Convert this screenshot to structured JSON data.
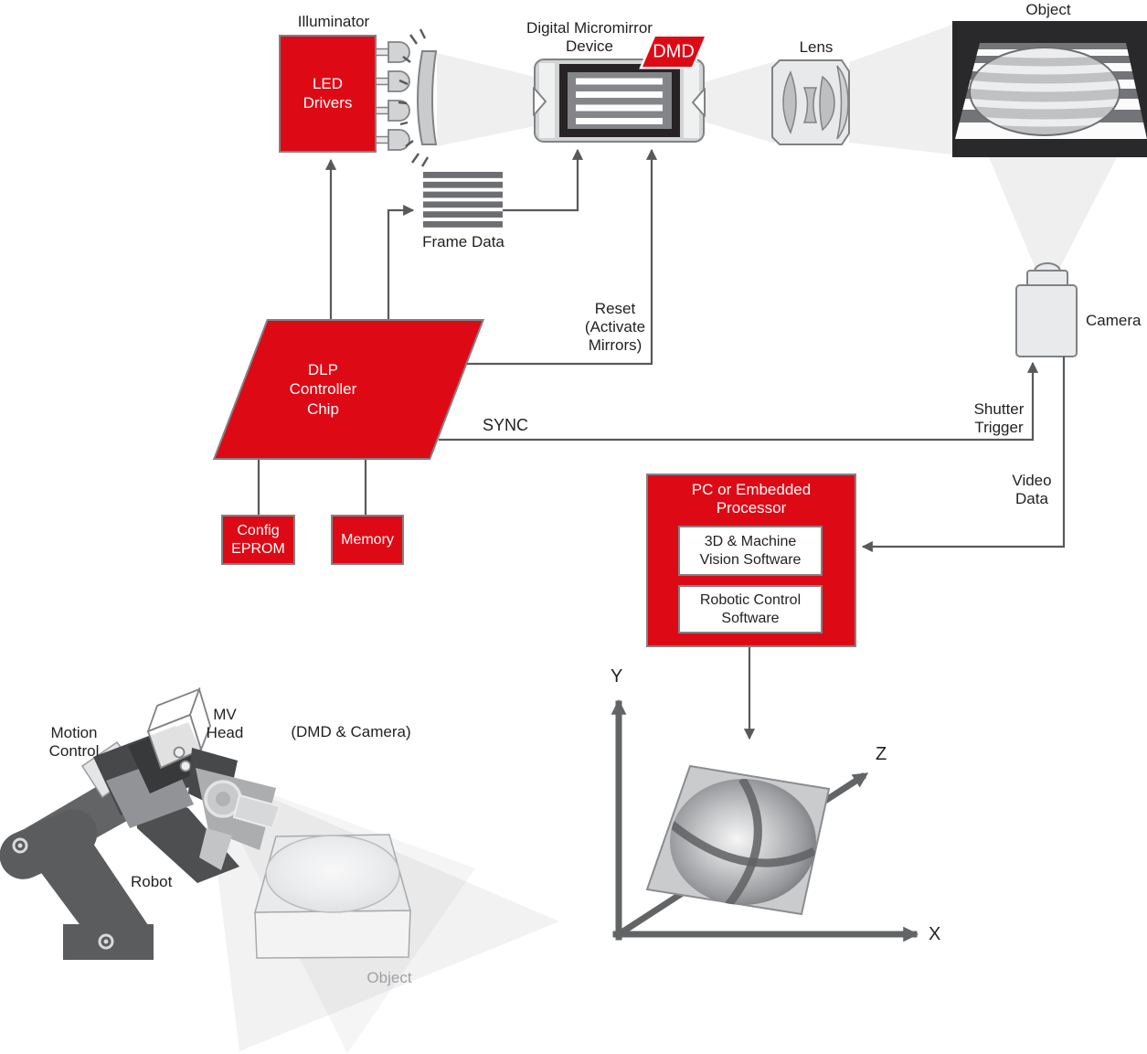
{
  "colors": {
    "red": "#dd0a16",
    "line": "#58595b",
    "text": "#231f20",
    "beam": "#efeff0"
  },
  "labels": {
    "illuminator": "Illuminator",
    "led_drivers": "LED\nDrivers",
    "dmd_device": "Digital Micromirror\nDevice",
    "dmd_tag": "DMD",
    "lens": "Lens",
    "object_top": "Object",
    "camera": "Camera",
    "frame_data": "Frame Data",
    "reset": "Reset\n(Activate\nMirrors)",
    "sync": "SYNC",
    "shutter_trigger": "Shutter\nTrigger",
    "video_data": "Video\nData",
    "dlp_controller": "DLP\nController\nChip",
    "config_eprom": "Config\nEPROM",
    "memory": "Memory",
    "pc_title": "PC or Embedded\nProcessor",
    "sw_3d": "3D & Machine\nVision Software",
    "sw_robotic": "Robotic Control\nSoftware",
    "axis_x": "X",
    "axis_y": "Y",
    "axis_z": "Z",
    "motion_control": "Motion\nControl",
    "mv_head": "MV\nHead",
    "dmd_camera": "(DMD & Camera)",
    "robot": "Robot",
    "object_bottom": "Object"
  }
}
